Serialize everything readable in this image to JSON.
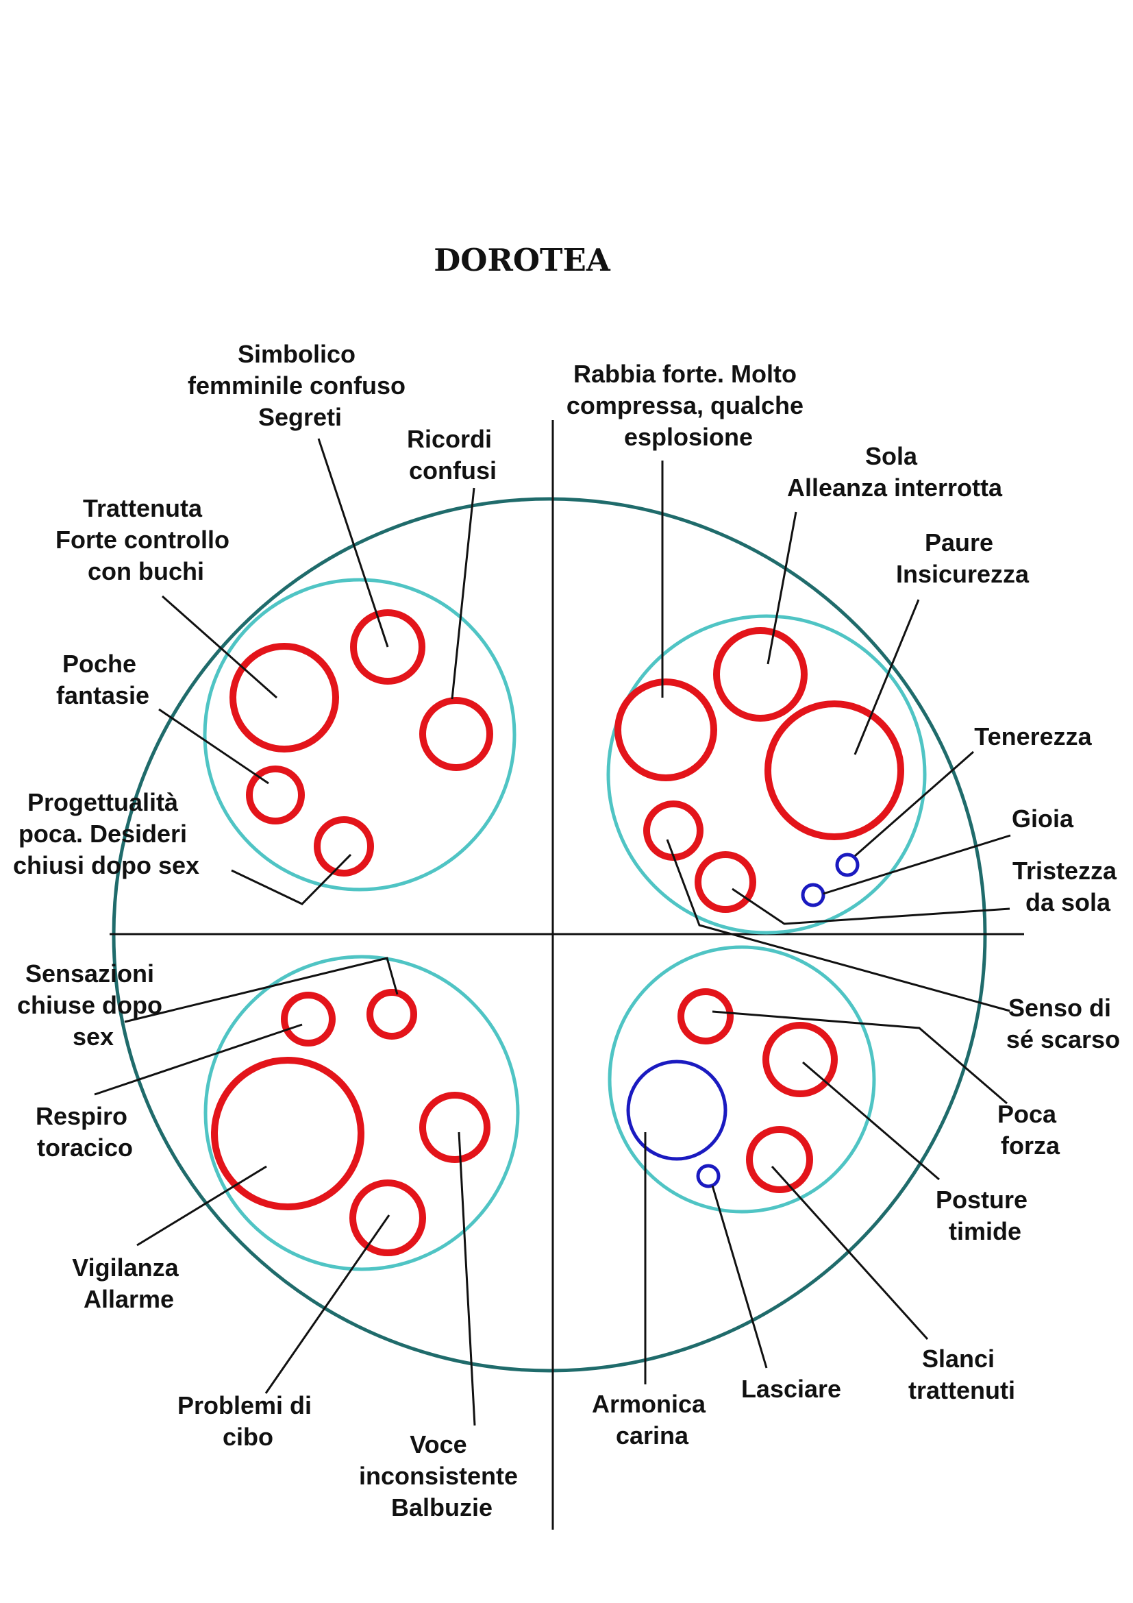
{
  "title": "DOROTEA",
  "colors": {
    "outer_circle": "#1f6b6b",
    "quadrant_circle": "#4fc4c4",
    "red_element": "#e3141a",
    "blue_element": "#1a1ac0",
    "lines": "#111111"
  },
  "labels": {
    "simbolico": [
      "Simbolico",
      "femminile confuso",
      "Segreti"
    ],
    "ricordi": [
      "Ricordi",
      "confusi"
    ],
    "trattenuta": [
      "Trattenuta",
      "Forte controllo",
      "con buchi"
    ],
    "poche": [
      "Poche",
      "fantasie"
    ],
    "progettualita": [
      "Progettualità",
      "poca. Desideri",
      "chiusi dopo sex"
    ],
    "rabbia": [
      "Rabbia forte. Molto",
      "compressa, qualche",
      "esplosione"
    ],
    "sola": [
      "Sola",
      "Alleanza interrotta"
    ],
    "paure": [
      "Paure",
      "Insicurezza"
    ],
    "tenerezza": [
      "Tenerezza"
    ],
    "gioia": [
      "Gioia"
    ],
    "tristezza": [
      "Tristezza",
      "da sola"
    ],
    "senso": [
      "Senso di",
      "sé scarso"
    ],
    "sensazioni": [
      "Sensazioni",
      "chiuse dopo",
      "sex"
    ],
    "respiro": [
      "Respiro",
      "toracico"
    ],
    "vigilanza": [
      "Vigilanza",
      "Allarme"
    ],
    "problemi": [
      "Problemi di",
      "cibo"
    ],
    "voce": [
      "Voce",
      "inconsistente",
      "Balbuzie"
    ],
    "poca_forza": [
      "Poca",
      "forza"
    ],
    "posture": [
      "Posture",
      "timide"
    ],
    "slanci": [
      "Slanci",
      "trattenuti"
    ],
    "lasciare": [
      "Lasciare"
    ],
    "armonica": [
      "Armonica",
      "carina"
    ]
  }
}
